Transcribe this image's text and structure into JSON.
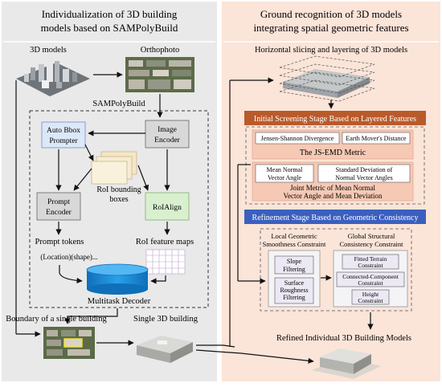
{
  "left_panel": {
    "title_line1": "Individualization of 3D building",
    "title_line2": "models based on SAMPolyBuild",
    "models_label": "3D models",
    "ortho_label": "Orthophoto",
    "sam_label": "SAMPolyBuild",
    "image_encoder_l1": "Image",
    "image_encoder_l2": "Encoder",
    "auto_bbox_l1": "Auto Bbox",
    "auto_bbox_l2": "Prompter",
    "roi_boxes_l1": "RoI bounding",
    "roi_boxes_l2": "boxes",
    "prompt_encoder_l1": "Prompt",
    "prompt_encoder_l2": "Encoder",
    "roialign": "RoIAlign",
    "prompt_tokens": "Prompt tokens",
    "tokens_example": "(Location)(shape)...",
    "roi_feature_maps": "RoI feature maps",
    "multitask_decoder": "Multitask Decoder",
    "boundary_label": "Boundary of a single building",
    "single_3d_label": "Single 3D building"
  },
  "right_panel": {
    "title_line1": "Ground recognition of 3D models",
    "title_line2": "integrating spatial geometric features",
    "slicing_label": "Horizontal slicing and layering of 3D models",
    "stage1_header": "Initial Screening Stage Based on Layered Features",
    "jsd": "Jensen-Shannon Divergence",
    "emd": "Earth Mover's Distance",
    "js_emd": "The JS-EMD  Metric",
    "mean_normal_l1": "Mean Normal",
    "mean_normal_l2": "Vector Angle",
    "std_normal_l1": "Standard Deviation of",
    "std_normal_l2": "Normal Vector Angles",
    "joint_l1": "Joint Metric of Mean Normal",
    "joint_l2": "Vector Angle and Mean Deviation",
    "stage2_header": "Refinement Stage Based on Geometric Consistency",
    "local_l1": "Local Geometric",
    "local_l2": "Smoothness Constraint",
    "global_l1": "Global Structural",
    "global_l2": "Consistency Constraint",
    "slope_l1": "Slope",
    "slope_l2": "Filtering",
    "surface_l1": "Surface",
    "surface_l2": "Roughness",
    "surface_l3": "Filtering",
    "fitted_l1": "Fitted Terrain",
    "fitted_l2": "Constraint",
    "connected_l1": "Connected-Component",
    "connected_l2": "Constraint",
    "height_l1": "Height",
    "height_l2": "Constraint",
    "refined_label": "Refined Individual 3D Building Models"
  },
  "colors": {
    "left_bg": "#e9e9e9",
    "right_bg": "#fbe4d8",
    "stage1_bar": "#b95a2a",
    "stage2_bar": "#3b5fbf",
    "blue_box": "#dbe8f8",
    "pink_box": "#f6c9b5",
    "green_box": "#d9f0cf",
    "gray_box": "#d8d8d8",
    "decoder": "#1c8fd8"
  }
}
